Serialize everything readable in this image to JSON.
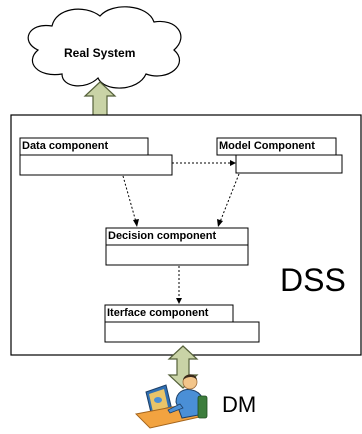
{
  "cloud": {
    "label": "Real System"
  },
  "dss": {
    "label": "DSS"
  },
  "components": {
    "data": "Data component",
    "model": "Model Component",
    "decision": "Decision component",
    "interface": "Iterface component"
  },
  "dm": {
    "label": "DM"
  },
  "colors": {
    "arrow_fill": "#c9d3a6",
    "arrow_stroke": "#55603a",
    "cloud_fill": "#ffffff",
    "box_stroke": "#000000"
  }
}
